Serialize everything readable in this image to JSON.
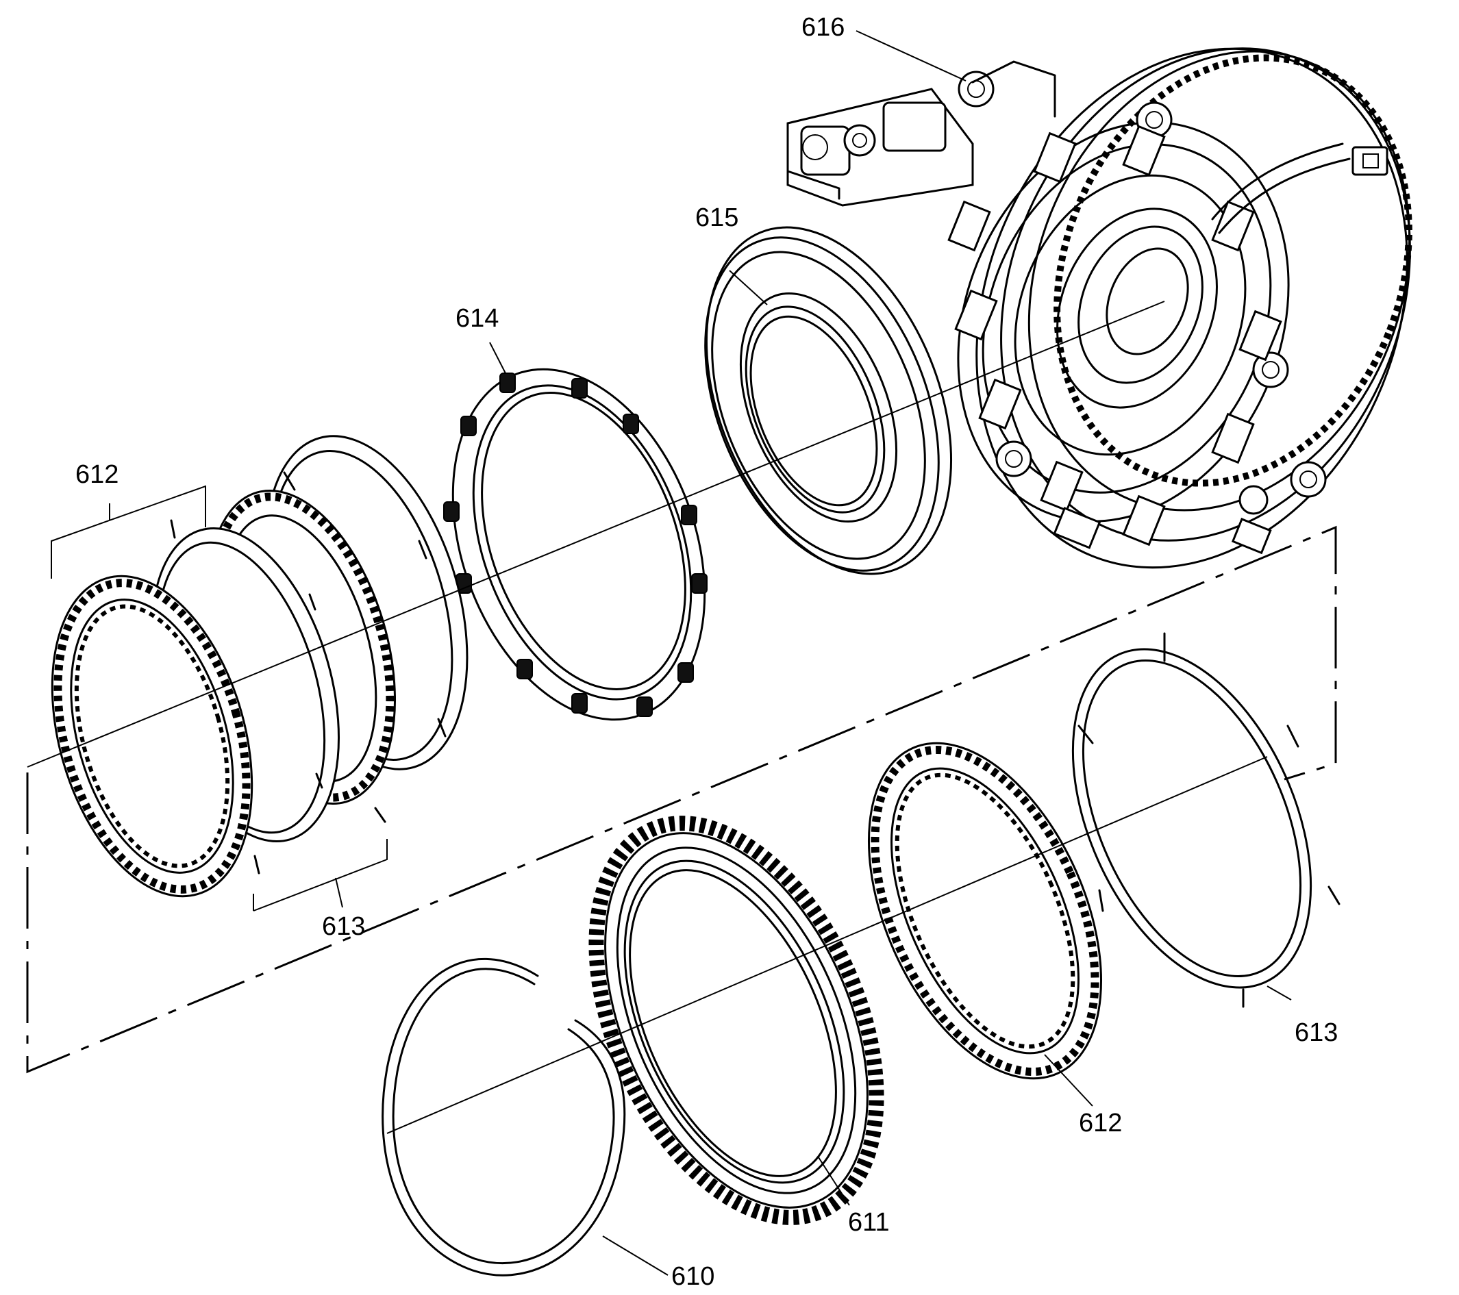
{
  "callouts": {
    "c616": "616",
    "c615": "615",
    "c614": "614",
    "c612_top": "612",
    "c613_left": "613",
    "c613_right": "613",
    "c612_bottom": "612",
    "c611": "611",
    "c610": "610"
  }
}
